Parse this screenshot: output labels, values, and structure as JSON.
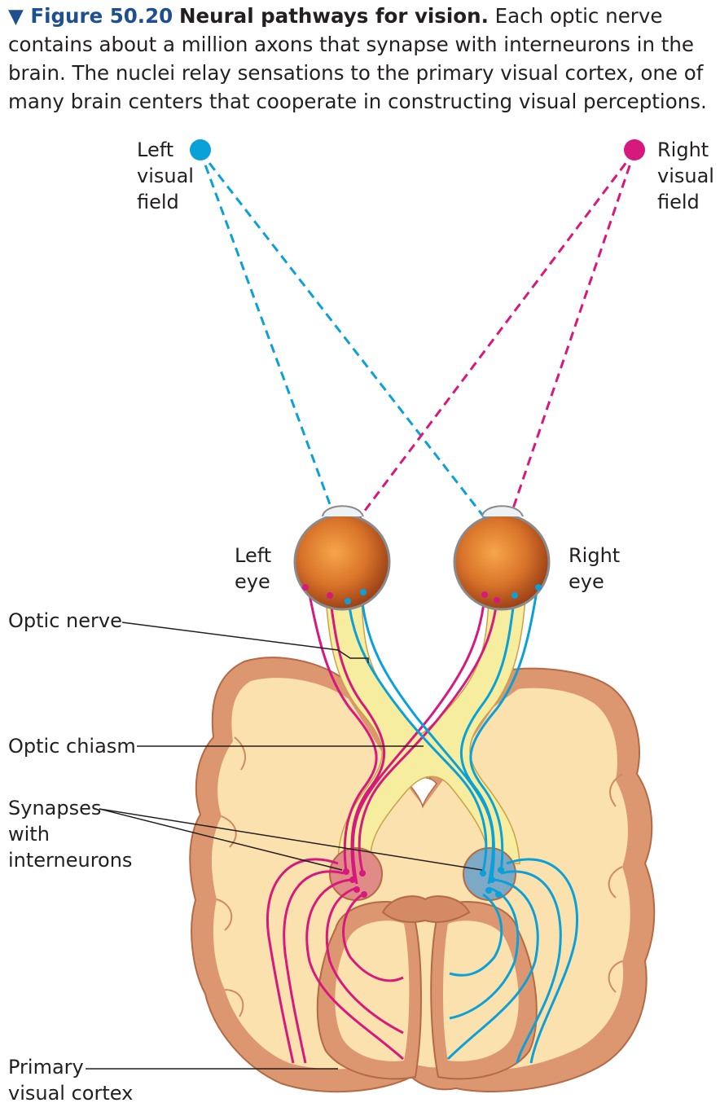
{
  "caption": {
    "figure_label": "▼ Figure 50.20",
    "title": "Neural pathways for vision.",
    "text": "Each optic nerve contains about a million axons that synapse with interneurons in the brain. The nuclei relay sensations to the primary visual cortex, one of many brain centers that cooperate in constructing visual perceptions."
  },
  "labels": {
    "left_visual_field": [
      "Left",
      "visual",
      "field"
    ],
    "right_visual_field": [
      "Right",
      "visual",
      "field"
    ],
    "left_eye": [
      "Left",
      "eye"
    ],
    "right_eye": [
      "Right",
      "eye"
    ],
    "optic_nerve": [
      "Optic nerve"
    ],
    "optic_chiasm": [
      "Optic chiasm"
    ],
    "synapses": [
      "Synapses",
      "with",
      "interneurons"
    ],
    "primary_visual_cortex": [
      "Primary",
      "visual cortex"
    ]
  },
  "colors": {
    "left_field": "#0aa0d8",
    "right_field": "#d7197e",
    "caption_accent": "#1d4f91",
    "brain_outer": "#d9926a",
    "brain_inner": "#fbe0ad",
    "nerve_fill": "#f7f0a0"
  }
}
